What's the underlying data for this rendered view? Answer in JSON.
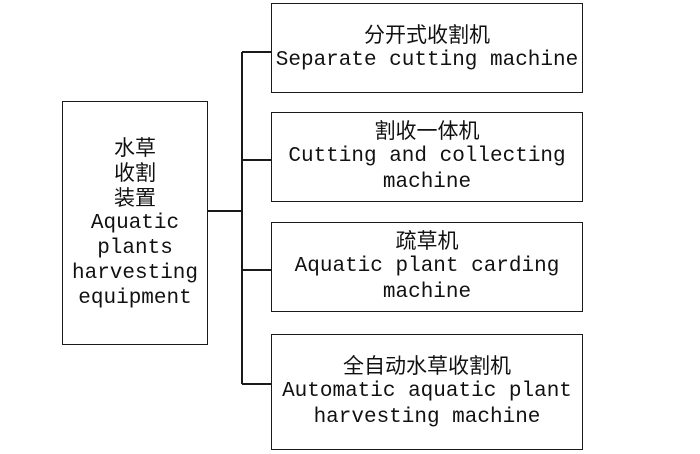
{
  "root": {
    "cn_lines": [
      "水草",
      "收割",
      "装置"
    ],
    "en_lines": [
      "Aquatic",
      "plants",
      "harvesting",
      "equipment"
    ]
  },
  "children": [
    {
      "cn": "分开式收割机",
      "en": "Separate cutting machine"
    },
    {
      "cn": "割收一体机",
      "en": "Cutting and collecting\nmachine"
    },
    {
      "cn": "疏草机",
      "en": "Aquatic plant carding\nmachine"
    },
    {
      "cn": "全自动水草收割机",
      "en": "Automatic aquatic plant\nharvesting machine"
    }
  ]
}
